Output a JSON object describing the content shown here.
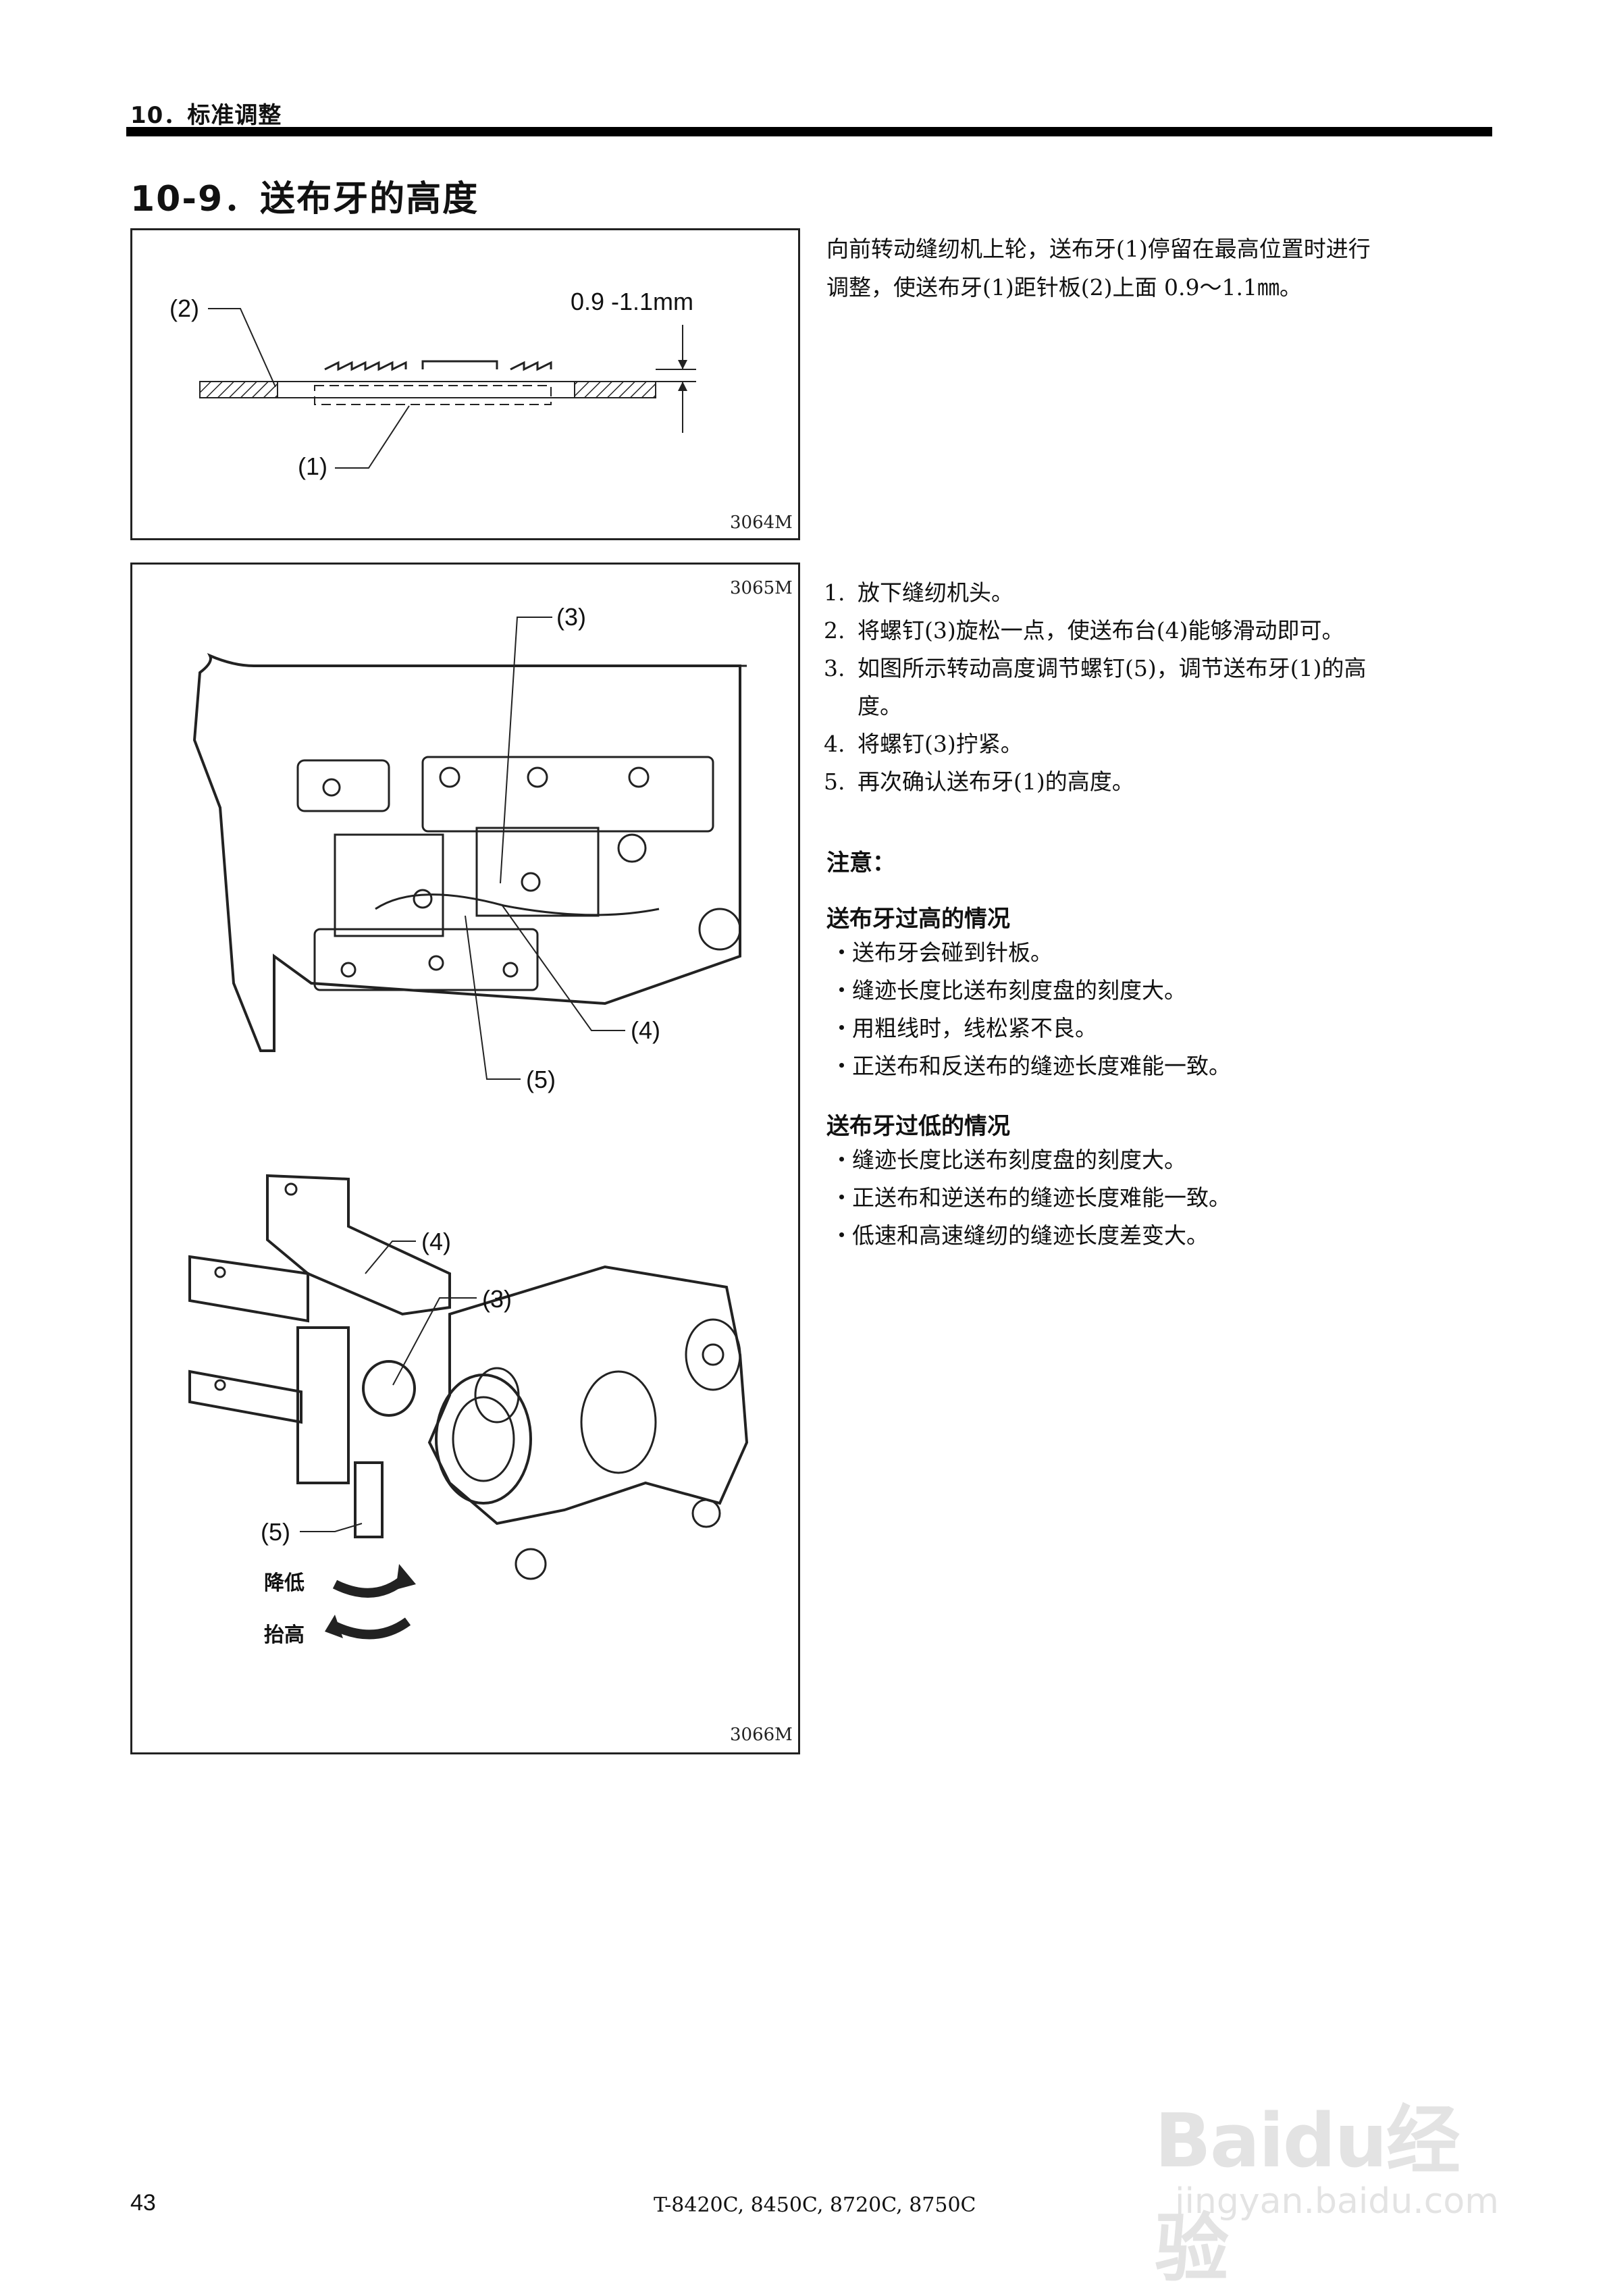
{
  "header": {
    "section": "10．标准调整"
  },
  "page_title": "10-9．送布牙的高度",
  "figures": {
    "fig1": {
      "code": "3064M",
      "dimension": "0.9 -1.1mm",
      "label_plate": "(2)",
      "label_feeddog": "(1)"
    },
    "fig2": {
      "code": "3065M",
      "label_screw": "(3)",
      "label_bar": "(4)",
      "label_adj": "(5)"
    },
    "fig3": {
      "code": "3066M",
      "label_bar": "(4)",
      "label_screw": "(3)",
      "label_adj": "(5)",
      "lower": "降低",
      "raise": "抬高"
    }
  },
  "intro": {
    "line1": "向前转动缝纫机上轮，送布牙(1)停留在最高位置时进行",
    "line2": "调整，使送布牙(1)距针板(2)上面 0.9～1.1㎜。"
  },
  "steps": [
    {
      "n": "1.",
      "text": "放下缝纫机头。"
    },
    {
      "n": "2.",
      "text": "将螺钉(3)旋松一点，使送布台(4)能够滑动即可。"
    },
    {
      "n": "3.",
      "text": "如图所示转动高度调节螺钉(5)，调节送布牙(1)的高"
    },
    {
      "n": "",
      "text": "度。"
    },
    {
      "n": "4.",
      "text": "将螺钉(3)拧紧。"
    },
    {
      "n": "5.",
      "text": "再次确认送布牙(1)的高度。"
    }
  ],
  "note": {
    "heading": "注意：",
    "too_high": {
      "heading": "送布牙过高的情况",
      "items": [
        "送布牙会碰到针板。",
        "缝迹长度比送布刻度盘的刻度大。",
        "用粗线时，线松紧不良。",
        "正送布和反送布的缝迹长度难能一致。"
      ]
    },
    "too_low": {
      "heading": "送布牙过低的情况",
      "items": [
        "缝迹长度比送布刻度盘的刻度大。",
        "正送布和逆送布的缝迹长度难能一致。",
        "低速和高速缝纫的缝迹长度差变大。"
      ]
    }
  },
  "footer": {
    "page": "43",
    "models": "T-8420C, 8450C, 8720C, 8750C"
  },
  "watermark": {
    "logo": "Baidu经验",
    "url": "jingyan.baidu.com"
  }
}
